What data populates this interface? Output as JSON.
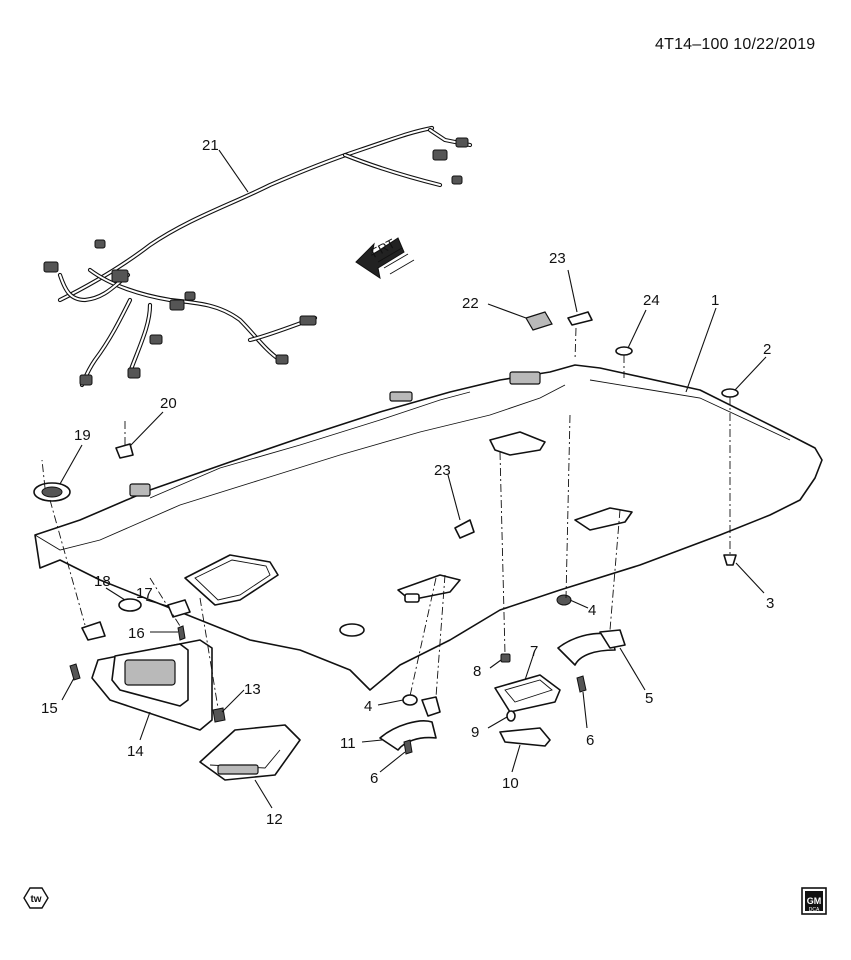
{
  "header": {
    "doc_id": "4T14–100  10/22/2019"
  },
  "orientation": {
    "arrow_label": "FRT"
  },
  "callouts": [
    {
      "id": "c1",
      "label": "1"
    },
    {
      "id": "c2",
      "label": "2"
    },
    {
      "id": "c3",
      "label": "3"
    },
    {
      "id": "c4a",
      "label": "4"
    },
    {
      "id": "c4b",
      "label": "4"
    },
    {
      "id": "c5",
      "label": "5"
    },
    {
      "id": "c6a",
      "label": "6"
    },
    {
      "id": "c6b",
      "label": "6"
    },
    {
      "id": "c7",
      "label": "7"
    },
    {
      "id": "c8",
      "label": "8"
    },
    {
      "id": "c9",
      "label": "9"
    },
    {
      "id": "c10",
      "label": "10"
    },
    {
      "id": "c11",
      "label": "11"
    },
    {
      "id": "c12",
      "label": "12"
    },
    {
      "id": "c13",
      "label": "13"
    },
    {
      "id": "c14",
      "label": "14"
    },
    {
      "id": "c15",
      "label": "15"
    },
    {
      "id": "c16",
      "label": "16"
    },
    {
      "id": "c17",
      "label": "17"
    },
    {
      "id": "c18",
      "label": "18"
    },
    {
      "id": "c19",
      "label": "19"
    },
    {
      "id": "c20",
      "label": "20"
    },
    {
      "id": "c21",
      "label": "21"
    },
    {
      "id": "c22",
      "label": "22"
    },
    {
      "id": "c23a",
      "label": "23"
    },
    {
      "id": "c23b",
      "label": "23"
    },
    {
      "id": "c24",
      "label": "24"
    }
  ],
  "footer": {
    "left_logo": "tw",
    "right_logo_top": "GM",
    "right_logo_bottom": "DCA"
  },
  "icons": {
    "orientation": "front-arrow-icon",
    "left_logo": "tw-logo-icon",
    "right_logo": "gm-logo-icon"
  }
}
